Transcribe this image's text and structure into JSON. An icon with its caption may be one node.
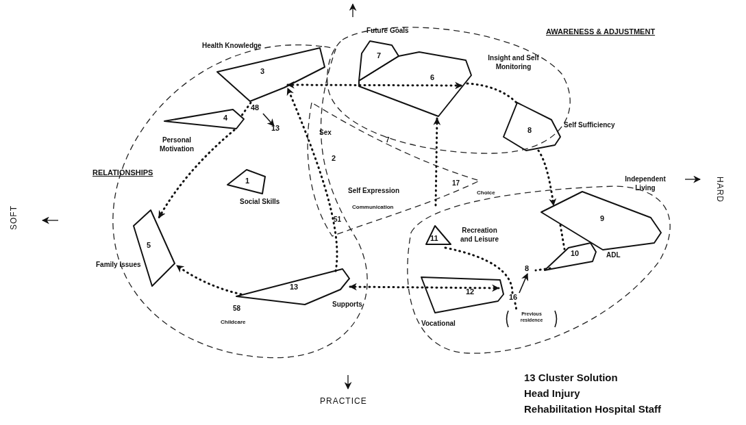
{
  "diagram": {
    "nodes": [
      {
        "text": [
          "RELATIONSHIPS"
        ]
      },
      {
        "text": [
          "AWARENESS & ADJUSTMENT"
        ]
      },
      {
        "text": [],
        "shape": "cloud"
      },
      {
        "text": [],
        "shape": "cloud"
      },
      {
        "text": [
          "Health Knowledge",
          "3"
        ],
        "in": 0
      },
      {
        "text": [
          "4",
          "Personal Motivation"
        ],
        "in": 0
      },
      {
        "text": [
          "1",
          "Social Skills"
        ],
        "in": 0
      },
      {
        "text": [
          "5",
          "Family Issues"
        ],
        "in": 0
      },
      {
        "text": [
          "13",
          "Supports"
        ],
        "in": 0
      },
      {
        "text": [
          "Future Goals",
          "7"
        ],
        "in": 1
      },
      {
        "text": [
          "Insight and Self Monitoring",
          "6"
        ],
        "in": 1
      },
      {
        "text": [
          "Self Sufficiency",
          "8"
        ],
        "in": 1
      },
      {
        "text": [
          "2",
          "Self Expression"
        ],
        "in": 2
      },
      {
        "text": [
          "Independent Living",
          "9"
        ],
        "in": 3
      },
      {
        "text": [
          "10",
          "ADL"
        ],
        "in": 3
      },
      {
        "text": [
          "11",
          "Recreation and Leisure"
        ],
        "in": 3
      },
      {
        "text": [
          "12",
          "Vocational"
        ],
        "in": 3
      },
      {
        "text": [
          "Previous residence"
        ],
        "in": 3
      },
      {
        "text": [
          "48"
        ],
        "in": 0
      },
      {
        "text": [
          "13"
        ],
        "in": 0
      },
      {
        "text": [
          "16"
        ],
        "in": 3
      },
      {
        "text": [
          "8"
        ],
        "in": 3
      }
    ],
    "edges": [
      {
        "from": 4,
        "to": 10,
        "arrow": "both",
        "style": "dashed"
      },
      {
        "from": 10,
        "to": 11,
        "arrow": "none",
        "style": "dashed"
      },
      {
        "from": 11,
        "to": 13,
        "arrow": "to",
        "style": "dashed"
      },
      {
        "from": 13,
        "to": 14,
        "arrow": "none",
        "style": "dashed"
      },
      {
        "from": 14,
        "to": 21,
        "arrow": "none",
        "style": "dashed"
      },
      {
        "from": 20,
        "to": 21,
        "arrow": "to"
      },
      {
        "from": 15,
        "to": 20,
        "arrow": "none",
        "style": "dashed"
      },
      {
        "from": 20,
        "to": 17,
        "arrow": "none",
        "style": "dashed"
      },
      {
        "from": 8,
        "to": 16,
        "arrow": "both",
        "style": "dashed"
      },
      {
        "from": 4,
        "to": 5,
        "arrow": "none",
        "style": "dashed"
      },
      {
        "from": 5,
        "to": 7,
        "arrow": "to",
        "style": "dashed"
      },
      {
        "from": 8,
        "to": 7,
        "arrow": "to",
        "style": "dashed"
      },
      {
        "from": 18,
        "to": 19,
        "arrow": "to"
      },
      {
        "from": 8,
        "to": 4,
        "arrow": "to",
        "style": "dashed"
      },
      {
        "from": 2,
        "to": 10,
        "arrow": "to",
        "style": "dashed"
      }
    ],
    "labels": [
      "Sex",
      "7",
      "17",
      "Choice",
      "Communication",
      "51",
      "58",
      "Childcare",
      "SOFT",
      "HARD",
      "PRACTICE",
      "13 Cluster Solution",
      "Head Injury",
      "Rehabilitation Hospital Staff"
    ]
  }
}
